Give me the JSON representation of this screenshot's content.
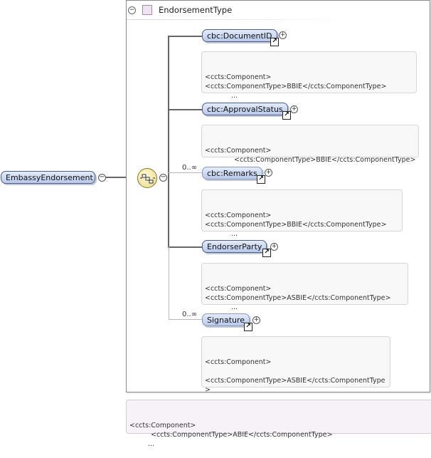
{
  "root": {
    "name": "EmbassyEndorsement"
  },
  "type_box": {
    "title": "EndorsementType"
  },
  "elements": [
    {
      "name": "cbc:DocumentID",
      "multiplicity": "",
      "annotation": [
        "<ccts:Component>",
        "",
        "<ccts:ComponentType>BBIE</ccts:ComponentType>",
        "..."
      ]
    },
    {
      "name": "cbc:ApprovalStatus",
      "multiplicity": "",
      "annotation": [
        "<ccts:Component>",
        "<ccts:ComponentType>BBIE</ccts:ComponentType>",
        "..."
      ]
    },
    {
      "name": "cbc:Remarks",
      "multiplicity": "0..∞",
      "annotation": [
        "<ccts:Component>",
        "",
        "<ccts:ComponentType>BBIE</ccts:ComponentType>",
        "..."
      ]
    },
    {
      "name": "EndorserParty",
      "multiplicity": "",
      "annotation": [
        "<ccts:Component>",
        "",
        "<ccts:ComponentType>ASBIE</ccts:ComponentType>",
        "..."
      ]
    },
    {
      "name": "Signature",
      "multiplicity": "0..∞",
      "annotation": [
        "<ccts:Component>",
        "",
        "<ccts:ComponentType>ASBIE</ccts:ComponentType",
        ">",
        "..."
      ]
    }
  ],
  "root_annotation": [
    "<ccts:Component>",
    "<ccts:ComponentType>ABIE</ccts:ComponentType>",
    "..."
  ],
  "icons": {
    "expand": "plus-icon",
    "collapse": "minus-icon",
    "reference": "reference-arrow-icon",
    "sequence": "sequence-compositor-icon",
    "type": "complex-type-icon"
  }
}
